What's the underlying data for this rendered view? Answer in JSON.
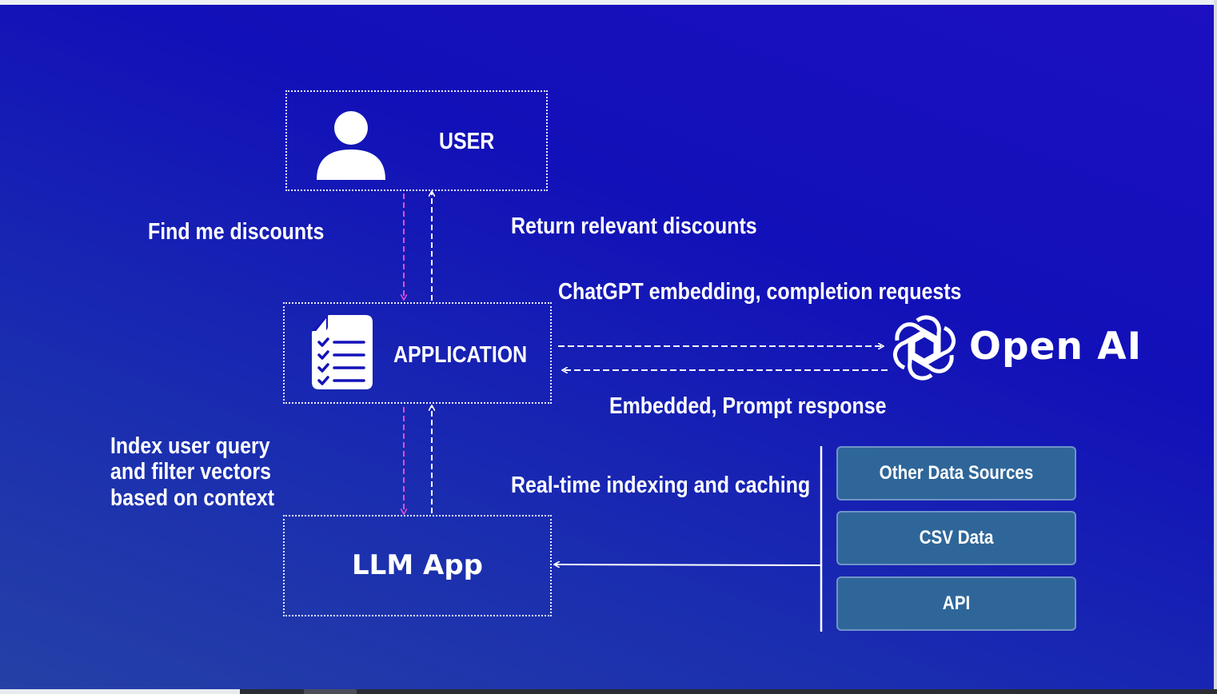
{
  "user": {
    "label": "USER"
  },
  "application": {
    "label": "APPLICATION"
  },
  "llm_app": {
    "label": "LLM App"
  },
  "openai": {
    "label": "Open AI"
  },
  "flows": {
    "find_discounts": "Find me discounts",
    "return_discounts": "Return relevant discounts",
    "chatgpt_requests": "ChatGPT embedding, completion requests",
    "embedded_response": "Embedded, Prompt response",
    "index_line1": "Index user query",
    "index_line2": "and filter vectors",
    "index_line3": "based on context",
    "realtime": "Real-time indexing and caching"
  },
  "data_sources": [
    {
      "label": "Other Data Sources"
    },
    {
      "label": "CSV Data"
    },
    {
      "label": "API"
    }
  ],
  "colors": {
    "background": "#1410bb",
    "request_arrow": "#e24fd6",
    "response_arrow": "#ffffff",
    "source_box": "#2f6699"
  }
}
